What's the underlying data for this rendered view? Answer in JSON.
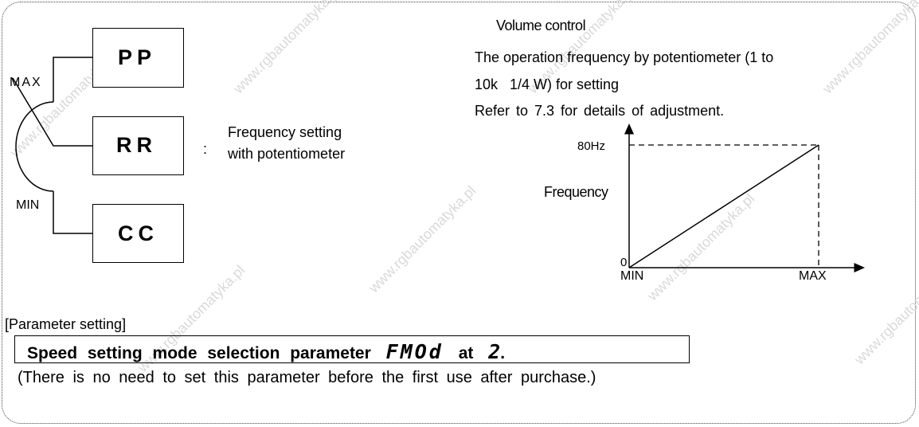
{
  "watermark": "www.rgbautomatyka.pl",
  "terminals": {
    "pp": "PP",
    "rr": "RR",
    "cc": "CC",
    "max_label": "MAX",
    "min_label": "MIN",
    "colon": ":",
    "desc_line1": "Frequency setting",
    "desc_line2": "with potentiometer"
  },
  "volume": {
    "heading": "Volume control",
    "line1": "The operation frequency by potentiometer (1 to",
    "line2": "10k   1/4 W) for setting",
    "line3": "Refer to 7.3 for details of adjustment."
  },
  "chart_data": {
    "type": "line",
    "x": [
      "MIN",
      "MAX"
    ],
    "series": [
      {
        "values": [
          0,
          80
        ]
      }
    ],
    "ylabel": "Frequency",
    "y_tick_labels": [
      "0",
      "80Hz"
    ],
    "x_tick_labels": [
      "MIN",
      "MAX"
    ],
    "ylim": [
      0,
      80
    ],
    "grid": false
  },
  "parameter": {
    "section_title": "[Parameter setting]",
    "instruction_prefix": "Speed setting mode selection parameter",
    "param_code": "FMOd",
    "instruction_mid": "at",
    "param_value": "2",
    "note": "(There is no need to set this parameter before the first use after purchase.)"
  }
}
